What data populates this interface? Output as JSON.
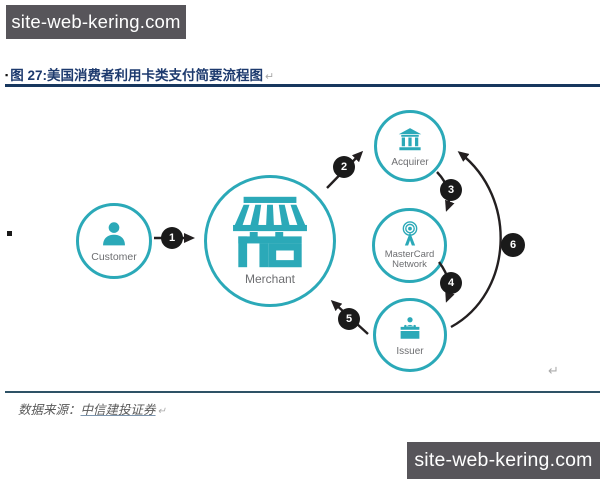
{
  "watermark": {
    "text": "site-web-kering.com"
  },
  "figure": {
    "bullet": "▪",
    "title": "图 27:美国消费者利用卡类支付简要流程图",
    "return_mark": "↵",
    "margin_bullet": "▪"
  },
  "diagram": {
    "nodes": {
      "customer": {
        "label": "Customer",
        "icon": "person-icon"
      },
      "merchant": {
        "label": "Merchant",
        "icon": "storefront-icon"
      },
      "acquirer": {
        "label": "Acquirer",
        "icon": "bank-icon"
      },
      "mastercard": {
        "label_line1": "MasterCard",
        "label_line2": "Network",
        "icon": "broadcast-tower-icon"
      },
      "issuer": {
        "label": "Issuer",
        "icon": "teller-desk-icon"
      }
    },
    "steps": [
      "1",
      "2",
      "3",
      "4",
      "5",
      "6"
    ],
    "flow": [
      {
        "step": "1",
        "from": "Customer",
        "to": "Merchant"
      },
      {
        "step": "2",
        "from": "Merchant",
        "to": "Acquirer"
      },
      {
        "step": "3",
        "from": "Acquirer",
        "to": "MasterCard Network"
      },
      {
        "step": "4",
        "from": "MasterCard Network",
        "to": "Issuer"
      },
      {
        "step": "5",
        "from": "Issuer",
        "to": "Merchant"
      },
      {
        "step": "6",
        "from": "Issuer",
        "to": "Acquirer"
      }
    ],
    "return_mark": "↵"
  },
  "source": {
    "label": "数据来源：",
    "name": "中信建投证券",
    "return_mark": "↵"
  },
  "colors": {
    "teal": "#2BA9B8",
    "arrow": "#231F20",
    "badge": "#1A1A1A",
    "watermark_bg": "#57555A",
    "title_navy": "#1D3A6E",
    "label_gray": "#6D6E71",
    "rule_top": "#17375E",
    "rule_bottom": "#2E5266"
  }
}
